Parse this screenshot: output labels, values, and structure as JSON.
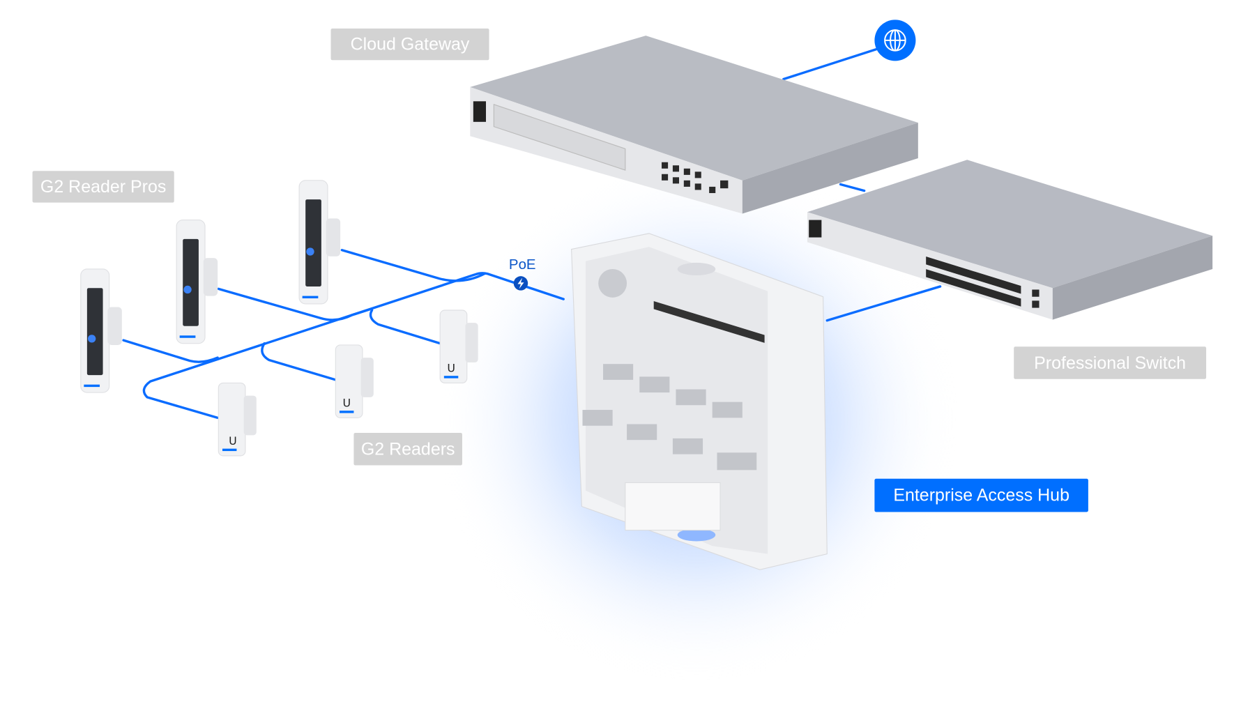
{
  "labels": {
    "cloud_gateway": "Cloud Gateway",
    "g2_reader_pros": "G2 Reader Pros",
    "professional_switch": "Professional Switch",
    "g2_readers": "G2 Readers",
    "enterprise_access_hub": "Enterprise Access Hub",
    "poe": "PoE"
  },
  "colors": {
    "accent": "#006fff",
    "line": "#0a6cff",
    "label_bg": "#d3d3d3"
  },
  "icons": {
    "internet": "globe-icon",
    "power": "lightning-bolt-icon"
  }
}
